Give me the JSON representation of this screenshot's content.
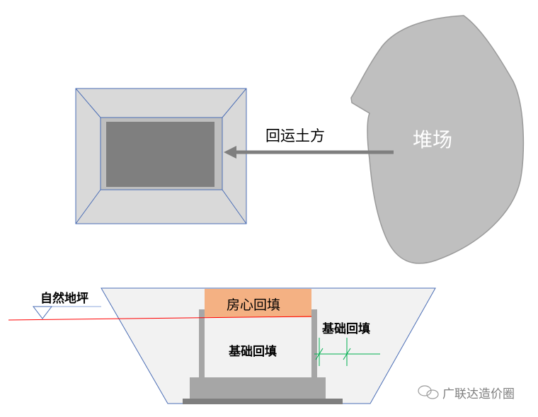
{
  "top": {
    "arrow_label": "回运土方",
    "stockpile_label": "堆场"
  },
  "section": {
    "ground_label": "自然地坪",
    "room_backfill_label": "房心回填",
    "foundation_backfill_inner_label": "基础回填",
    "foundation_backfill_outer_label": "基础回填"
  },
  "watermark": {
    "text": "广联达造价圈",
    "icon": "wechat-icon"
  },
  "colors": {
    "outline_blue": "#4a6db5",
    "pit_fill": "#d9d9d9",
    "stockpile_fill": "#bfbfbf",
    "arrow": "#7f7f7f",
    "room_fill": "#f4b183",
    "ground_line": "#ff0000",
    "dimension": "#00b050"
  }
}
